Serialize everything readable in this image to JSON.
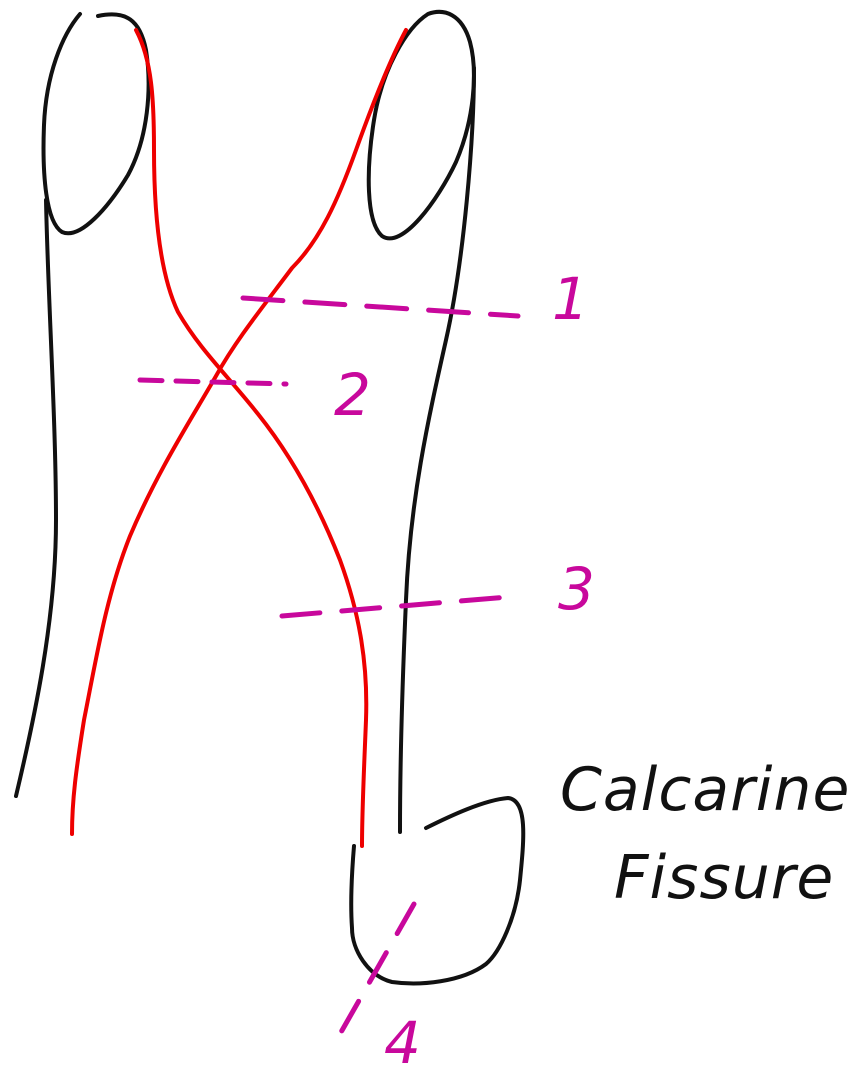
{
  "colors": {
    "outline": "#111111",
    "pathway": "#ee0000",
    "marker": "#c8089c",
    "background": "#ffffff"
  },
  "labels": {
    "lesion_1": "1",
    "lesion_2": "2",
    "lesion_3": "3",
    "lesion_4": "4",
    "calcarine_line1": "Calcarine",
    "calcarine_line2": "Fissure"
  }
}
